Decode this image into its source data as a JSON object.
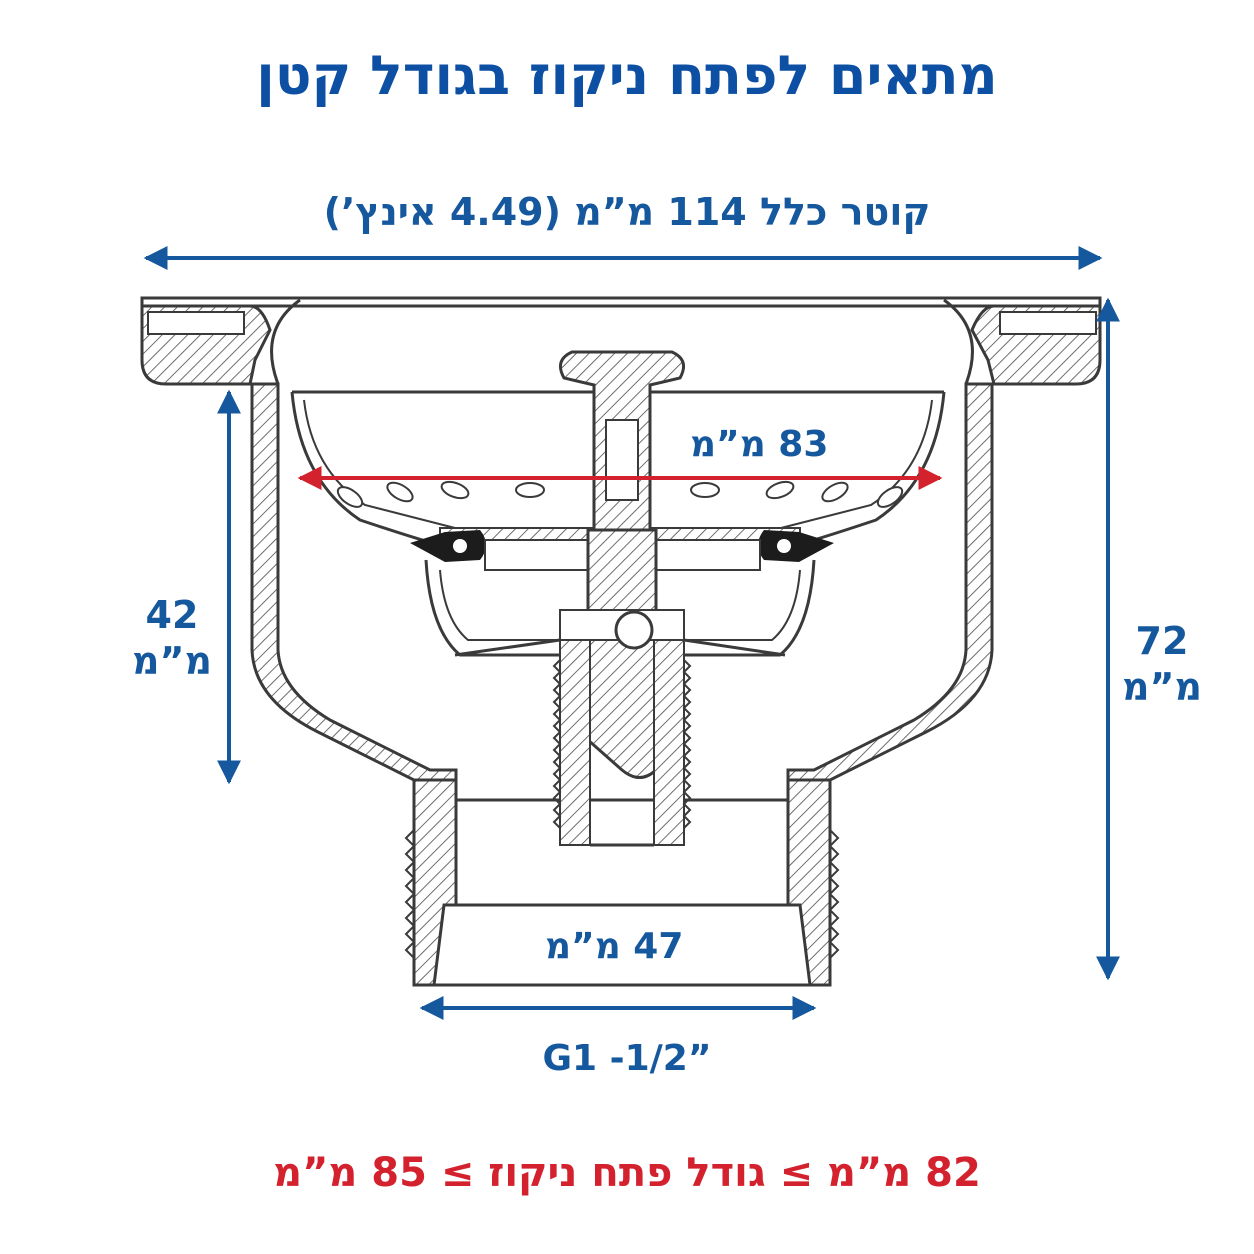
{
  "title": "מתאים לפתח ניקוז בגודל קטן",
  "dimensions": {
    "overall_diameter": "קוטר כלל 114 מ”מ (4.49 אינץ’)",
    "basket_diameter": "83 מ”מ",
    "left_height_value": "42",
    "left_height_unit": "מ”מ",
    "right_height_value": "72",
    "right_height_unit": "מ”מ",
    "outlet_diameter": "47 מ”מ",
    "thread": "G1 -1/2”"
  },
  "footer": "82 מ”מ ≥ גודל פתח ניקוז ≥ 85 מ”מ",
  "colors": {
    "title": "#0d4fa3",
    "dimension": "#16589e",
    "highlight_arrow": "#d3222d",
    "outline": "#3a3a3a"
  }
}
